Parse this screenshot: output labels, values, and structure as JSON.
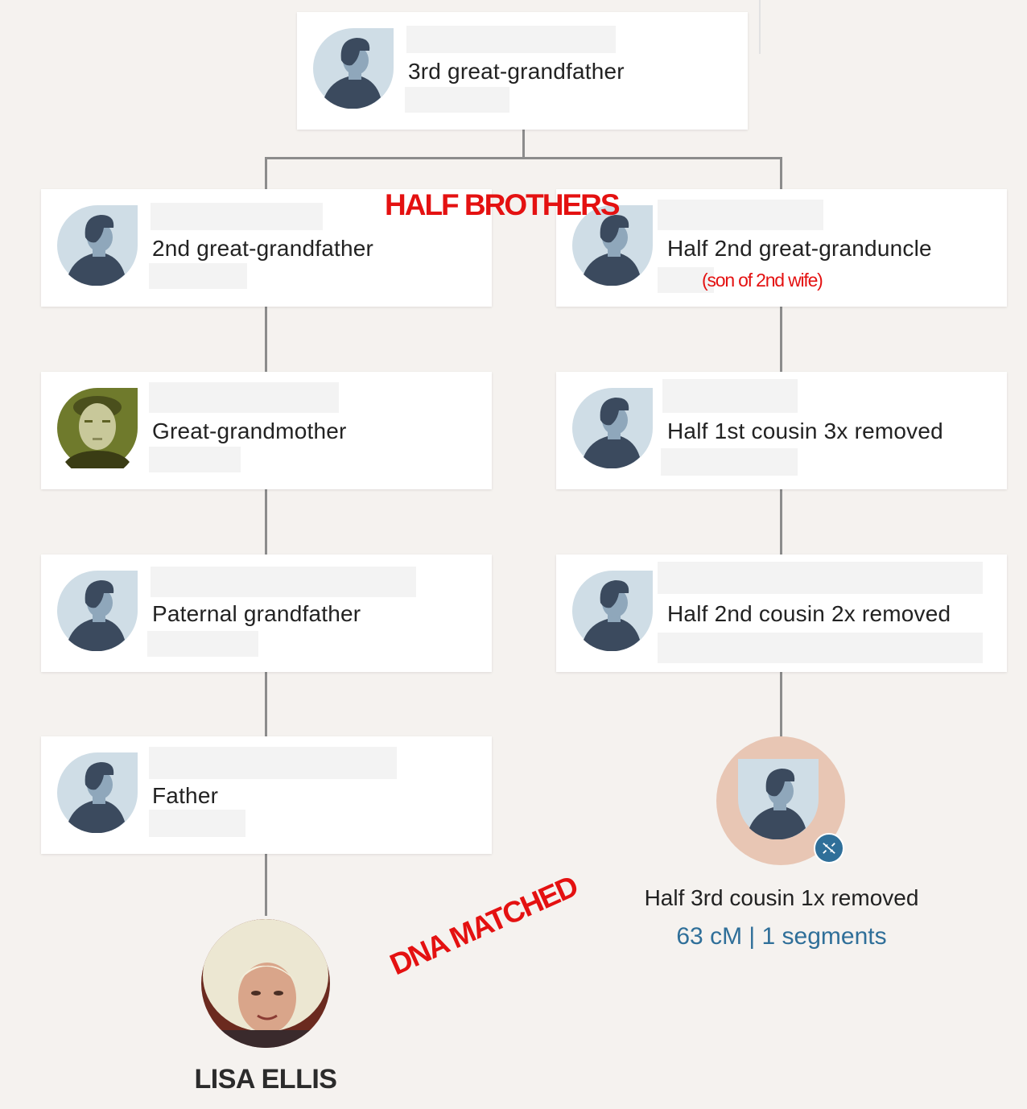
{
  "cards": {
    "top": {
      "relationship": "3rd great-grandfather"
    },
    "left": [
      {
        "relationship": "2nd great-grandfather"
      },
      {
        "relationship": "Great-grandmother"
      },
      {
        "relationship": "Paternal grandfather"
      },
      {
        "relationship": "Father"
      }
    ],
    "right": [
      {
        "relationship": "Half 2nd great-granduncle",
        "note": "(son of 2nd wife)"
      },
      {
        "relationship": "Half 1st cousin 3x removed"
      },
      {
        "relationship": "Half 2nd cousin 2x removed"
      }
    ]
  },
  "match": {
    "relationship": "Half 3rd cousin 1x removed",
    "dna_stats": "63 cM | 1 segments"
  },
  "me": {
    "name": "LISA ELLIS"
  },
  "annotations": {
    "half_brothers": "HALF BROTHERS",
    "dna_matched": "DNA MATCHED"
  },
  "colors": {
    "background": "#f5f2ef",
    "annotation_red": "#e41111",
    "dna_blue": "#2f6f99",
    "match_ring": "#e8c6b4",
    "avatar_bg": "#cfdde6",
    "avatar_figure": "#3b4a5e"
  },
  "icons": {
    "avatar": "person-silhouette-icon",
    "dna_badge": "dna-helix-icon"
  }
}
